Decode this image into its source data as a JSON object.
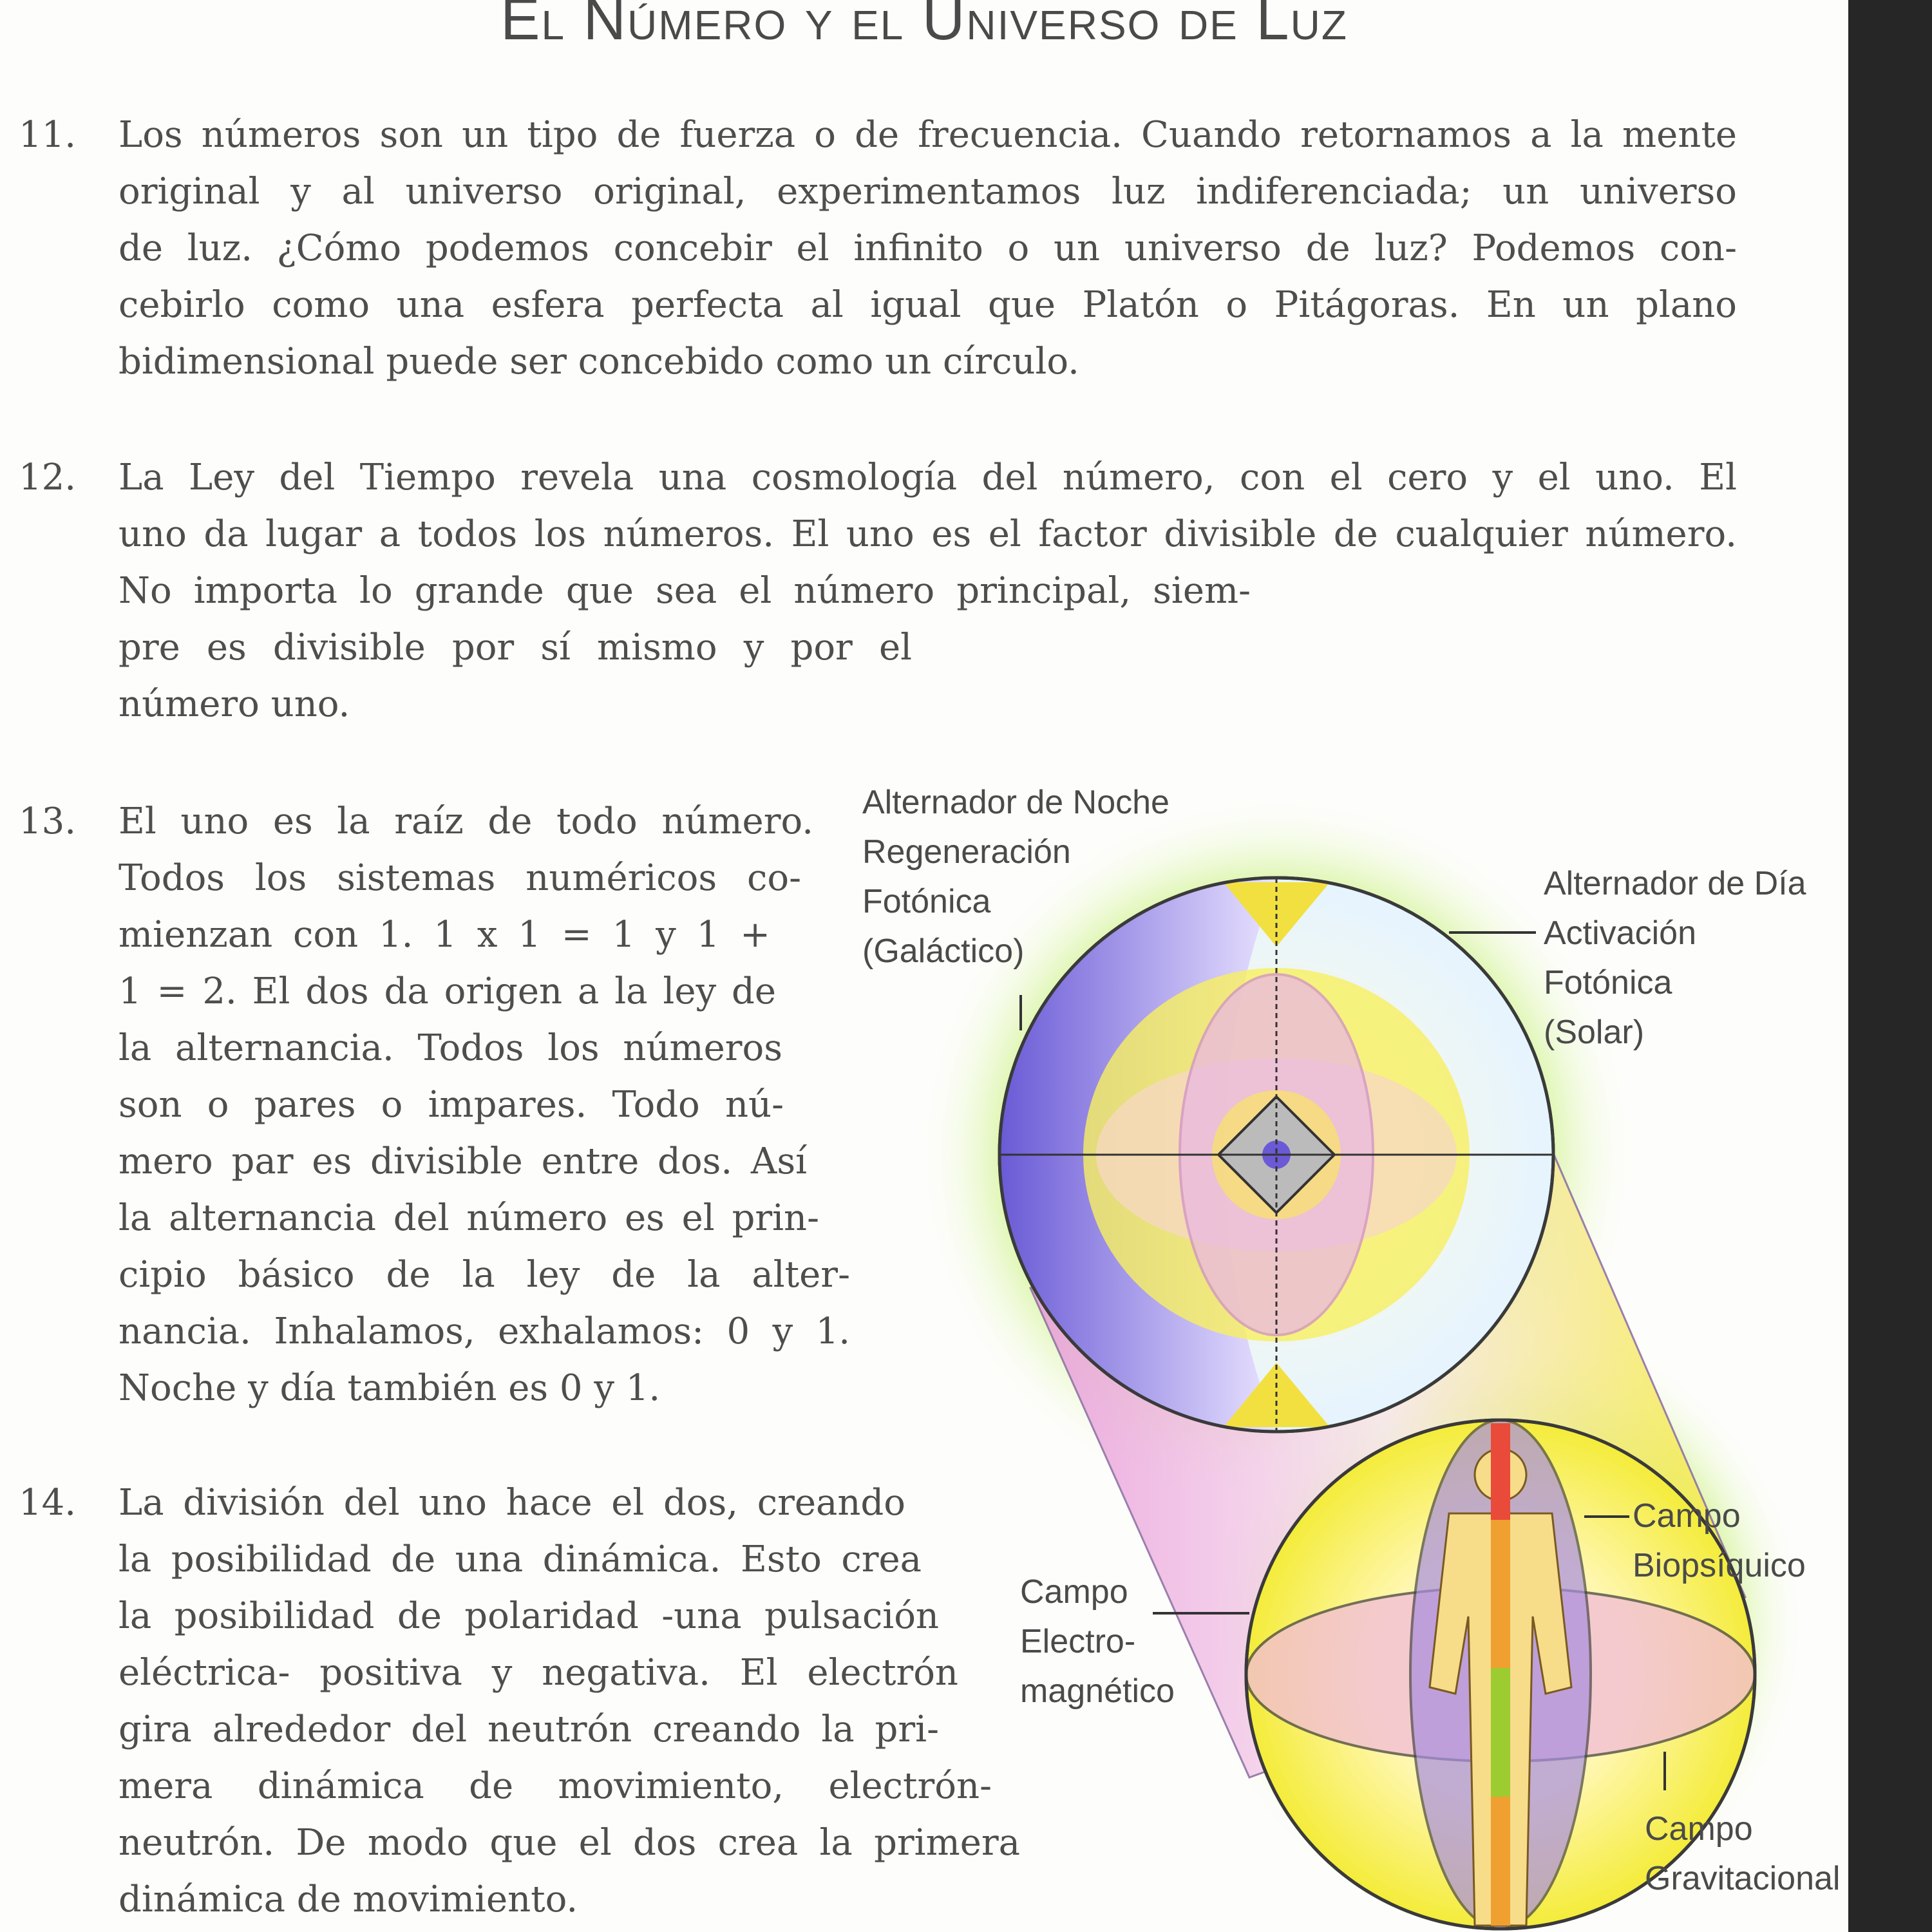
{
  "title": "El Número y el Universo de Luz",
  "paragraphs": [
    {
      "number": "11.",
      "lines": [
        "Los números son un tipo de fuerza o de frecuencia. Cuando retornamos a la mente",
        "original y al universo original, experimentamos luz indiferenciada; un universo",
        "de luz. ¿Cómo podemos concebir el infinito o un universo de luz? Podemos con-",
        "cebirlo como una esfera perfecta al igual que Platón o Pitágoras. En un plano",
        "bidimensional puede ser concebido como un círculo."
      ]
    },
    {
      "number": "12.",
      "lines": [
        "La Ley del Tiempo revela una cosmología del número, con el cero y el uno. El",
        "uno da lugar a todos los números. El uno es el factor divisible de cualquier número.",
        "No importa lo grande que sea el número principal, siem-",
        "pre es divisible por sí mismo y por el",
        "número uno."
      ]
    },
    {
      "number": "13.",
      "lines": [
        "El uno es la raíz de todo número.",
        "Todos los sistemas numéricos co-",
        "mienzan con 1.  1 x 1 = 1 y 1 +",
        "1 = 2. El dos da origen a la ley de",
        "la alternancia. Todos los números",
        "son o pares o impares. Todo nú-",
        "mero par es divisible entre dos. Así",
        "la alternancia del número es el prin-",
        "cipio básico de la ley de la alter-",
        "nancia. Inhalamos, exhalamos: 0 y 1.",
        "Noche y día también es 0 y 1."
      ]
    },
    {
      "number": "14.",
      "lines": [
        "La división del uno hace el dos, creando",
        "la posibilidad de una dinámica. Esto crea",
        "la posibilidad de polaridad -una pulsación",
        "eléctrica- positiva y negativa. El electrón",
        "gira alrededor del neutrón creando la pri-",
        "mera dinámica de movimiento, electrón-",
        "neutrón. De modo que el dos crea la primera",
        "dinámica de movimiento."
      ]
    }
  ],
  "diagram": {
    "night_label": [
      "Alternador de Noche",
      "Regeneración",
      "Fotónica",
      "(Galáctico)"
    ],
    "day_label": [
      "Alternador de Día",
      "Activación",
      "Fotónica",
      "(Solar)"
    ],
    "biopsychic_label": [
      "Campo",
      "Biopsíquico"
    ],
    "electromagnetic_label": [
      "Campo",
      "Electro-",
      "magnético"
    ],
    "gravitational_label": [
      "Campo",
      "Gravitacional"
    ]
  },
  "colors": {
    "text": "#4e4e4e",
    "violet": "#6f5fd0",
    "yellow": "#f4ec3a",
    "pink": "#e6a0d8",
    "glow": "#b8ec6a"
  }
}
